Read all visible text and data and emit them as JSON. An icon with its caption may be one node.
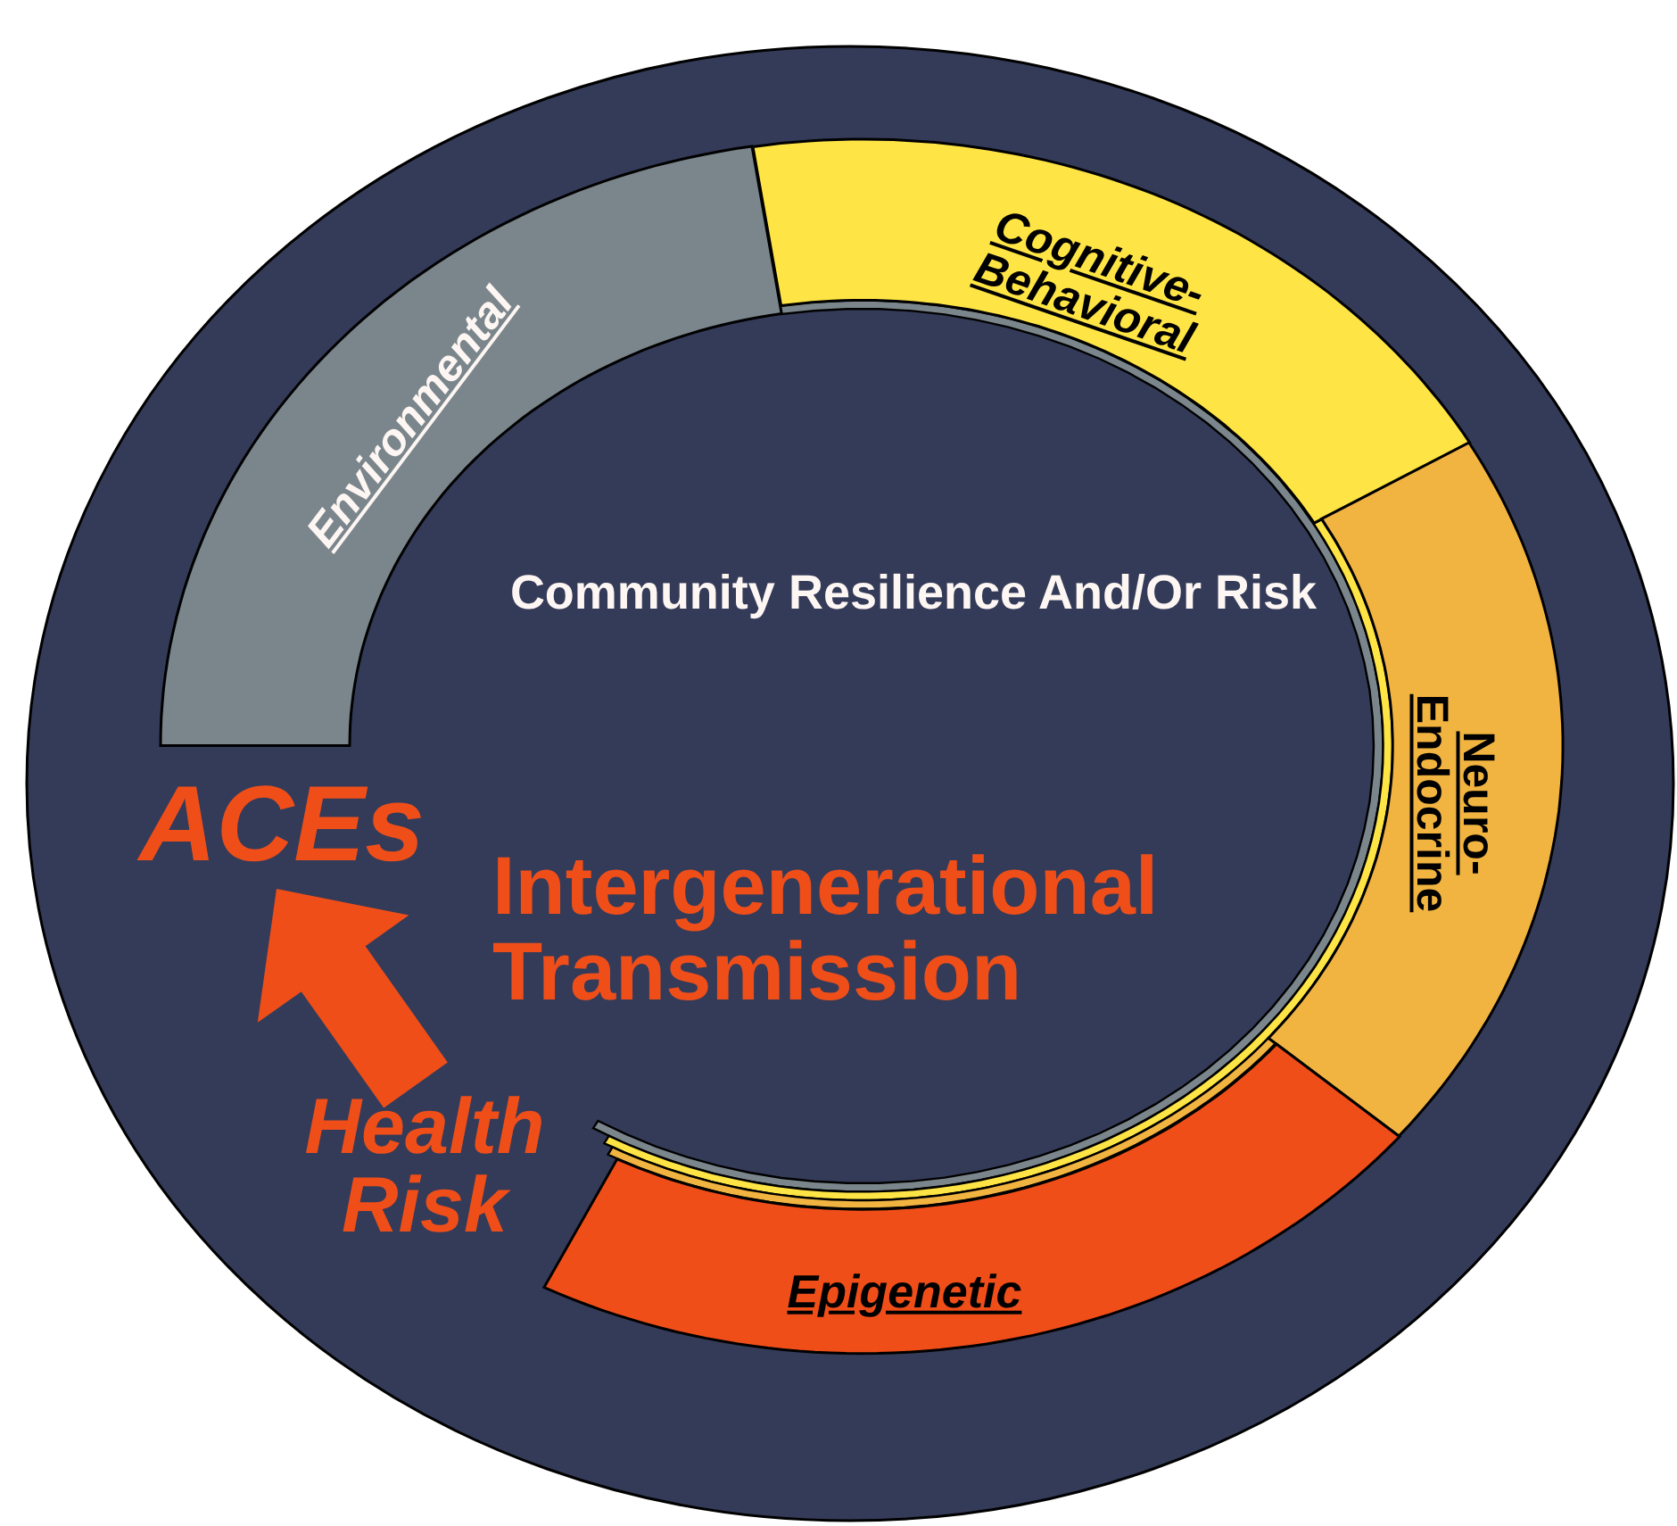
{
  "diagram": {
    "nodes": [
      {
        "text": [
          "Community Resilience And/Or Risk"
        ]
      },
      {
        "text": [
          "Environmental"
        ],
        "in": 0
      },
      {
        "text": [
          "Cognitive-Behavioral"
        ],
        "in": 0
      },
      {
        "text": [
          "Neuro-Endocrine"
        ],
        "in": 0
      },
      {
        "text": [
          "Epigenetic"
        ],
        "in": 0
      },
      {
        "text": [
          "ACEs"
        ],
        "in": 0
      },
      {
        "text": [
          "Health Risk"
        ],
        "in": 0
      }
    ],
    "edges": [
      {
        "from": 6,
        "to": 5,
        "arrow": "to",
        "style": "thick"
      }
    ],
    "labels": [
      "Intergenerational Transmission"
    ]
  }
}
